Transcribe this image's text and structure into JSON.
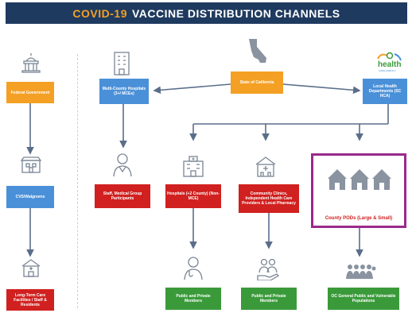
{
  "title": {
    "part1": "COVID-19",
    "part2": "VACCINE DISTRIBUTION CHANNELS"
  },
  "nodes": {
    "federal": "Federal Government",
    "cvs": "CVS/Walgreens",
    "ltc": "Long-Term Care Facilities / Staff & Residents",
    "multi_county": "Multi-County Hospitals (3+/ MCEs)",
    "staff": "Staff, Medical Group Participants",
    "state": "State of California",
    "local_health": "Local Health Departments (SC HCA)",
    "hospitals": "Hospitals (+2 County) (Non-MCE)",
    "community": "Community Clinics, Independent Health Care Providers & Local Pharmacy",
    "county_pods": "County PODs (Large & Small)",
    "public1": "Public and Private Members",
    "public2": "Public and Private Members",
    "general_public": "OC General Public and Vulnerable Populations"
  },
  "logo": {
    "brand": "health",
    "sub": "CARE AGENCY"
  },
  "colors": {
    "title_bg": "#1f3a5f",
    "orange": "#f4a024",
    "blue": "#4a90d9",
    "red": "#d0201f",
    "green": "#3a9a3a",
    "pod_border": "#9a2a8c",
    "arrow": "#5a6e8a"
  }
}
